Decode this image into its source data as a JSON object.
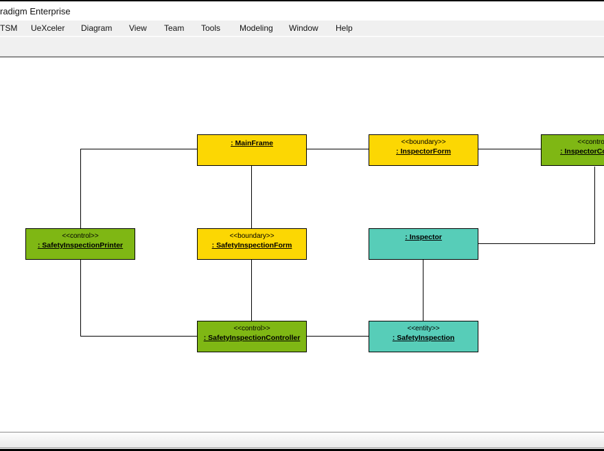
{
  "window": {
    "title": "radigm Enterprise"
  },
  "menubar": {
    "items": [
      "TSM",
      "UeXceler",
      "Diagram",
      "View",
      "Team",
      "Tools",
      "Modeling",
      "Window",
      "Help"
    ]
  },
  "colors": {
    "boundary_yellow": "#fcd703",
    "control_green": "#7fb714",
    "entity_teal": "#57cdb8",
    "line_black": "#000000",
    "chrome_gray": "#f0f0f0"
  },
  "diagram": {
    "nodes": [
      {
        "stereotype": "",
        "name": ": MainFrame",
        "color": "boundary_yellow"
      },
      {
        "stereotype": "<<boundary>>",
        "name": ": InspectorForm",
        "color": "boundary_yellow"
      },
      {
        "stereotype": "<<control>>",
        "name": ": InspectorController",
        "color": "control_green"
      },
      {
        "stereotype": "<<control>>",
        "name": ": SafetyInspectionPrinter",
        "color": "control_green"
      },
      {
        "stereotype": "<<boundary>>",
        "name": ": SafetyInspectionForm",
        "color": "control_yellow_placeholder"
      },
      {
        "stereotype": "",
        "name": ": Inspector",
        "color": "entity_teal"
      },
      {
        "stereotype": "<<control>>",
        "name": ": SafetyInspectionController",
        "color": "control_green"
      },
      {
        "stereotype": "<<entity>>",
        "name": ": SafetyInspection",
        "color": "entity_teal"
      }
    ],
    "links": [
      "MainFrame - InspectorForm",
      "InspectorForm - InspectorController",
      "MainFrame - SafetyInspectionPrinter",
      "MainFrame - SafetyInspectionForm",
      "SafetyInspectionForm - SafetyInspectionController",
      "SafetyInspectionPrinter - SafetyInspectionController",
      "SafetyInspectionController - SafetyInspection",
      "Inspector - SafetyInspection",
      "InspectorController - Inspector"
    ]
  },
  "node_bg": {
    "0": "#fcd703",
    "1": "#fcd703",
    "2": "#7fb714",
    "3": "#7fb714",
    "4": "#fcd703",
    "5": "#57cdb8",
    "6": "#7fb714",
    "7": "#57cdb8"
  }
}
